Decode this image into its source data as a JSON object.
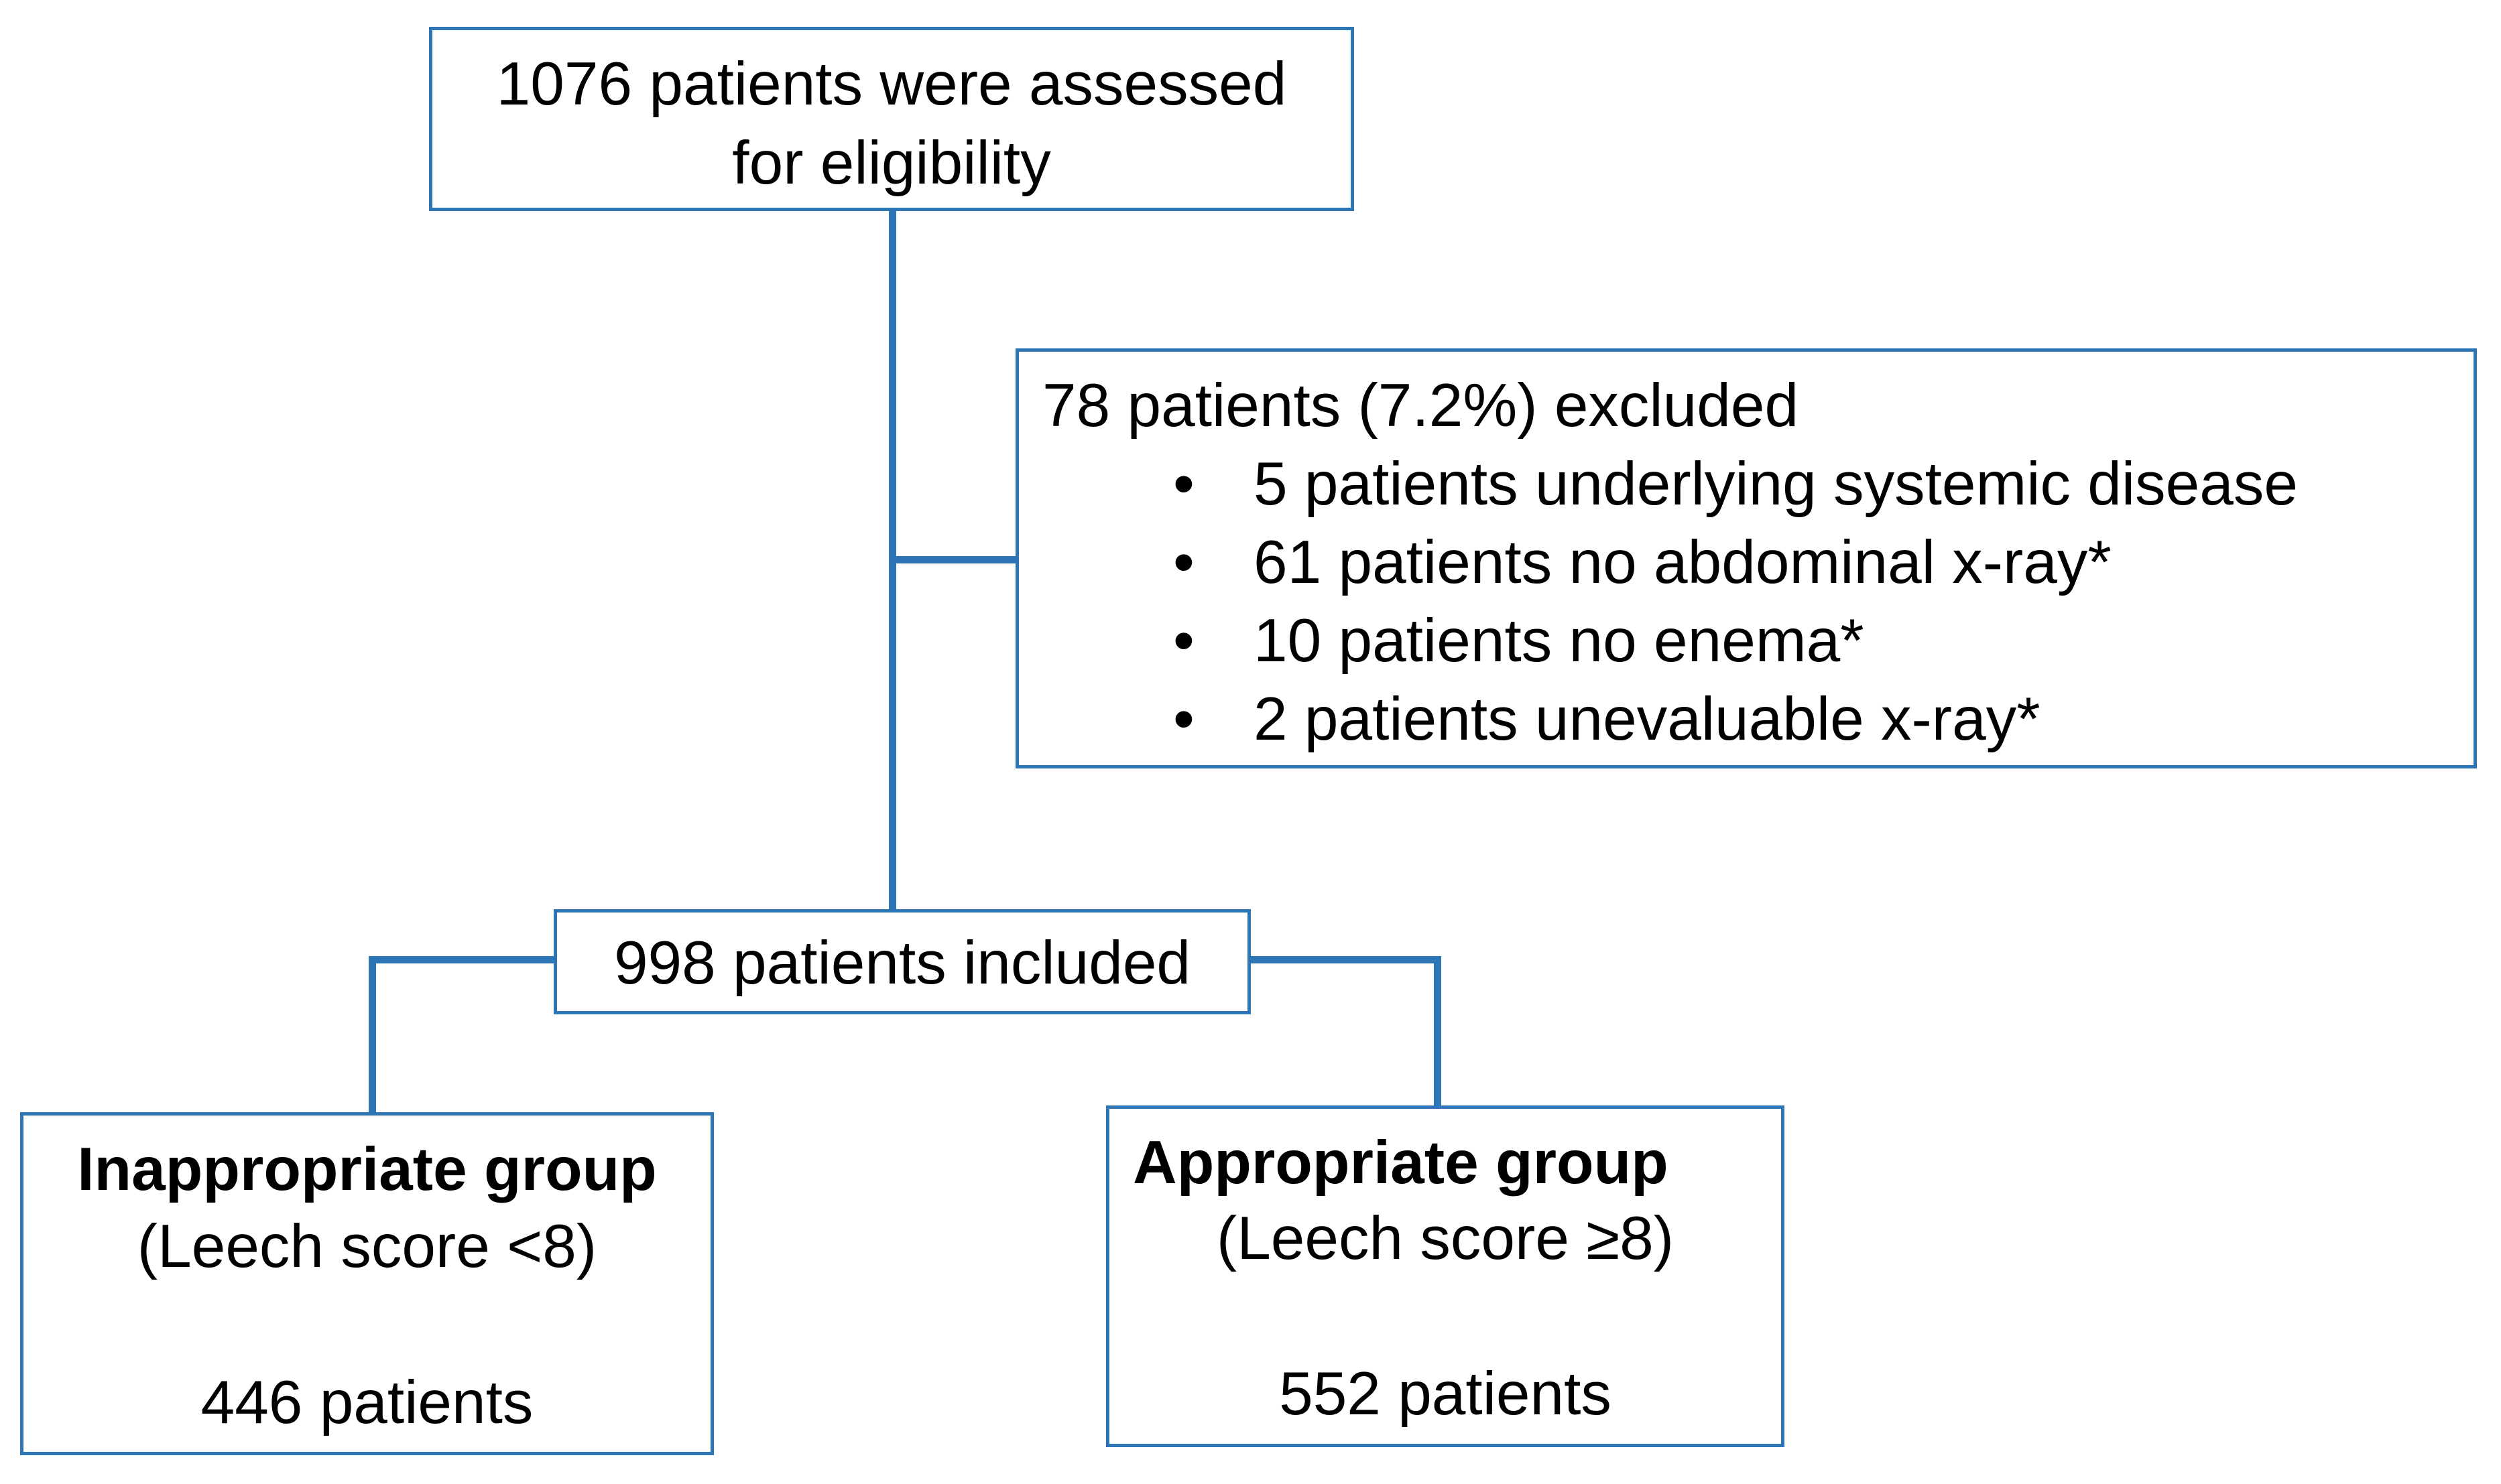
{
  "assessed": {
    "line1": "1076 patients were assessed",
    "line2": "for eligibility"
  },
  "excluded": {
    "title": "78 patients (7.2%) excluded",
    "bullet_glyph": "•",
    "items": [
      "5 patients underlying systemic disease",
      "61 patients no abdominal x-ray*",
      "10 patients no enema*",
      "2 patients unevaluable x-ray*"
    ]
  },
  "included": {
    "label": "998 patients included"
  },
  "inappropriate": {
    "title": "Inappropriate group",
    "criterion": "(Leech score <8)",
    "count": "446 patients"
  },
  "appropriate": {
    "title": "Appropriate group",
    "criterion": "(Leech score ≥8)",
    "count": "552 patients"
  },
  "colors": {
    "line": "#2e75b6",
    "text": "#000000",
    "background": "#ffffff"
  }
}
